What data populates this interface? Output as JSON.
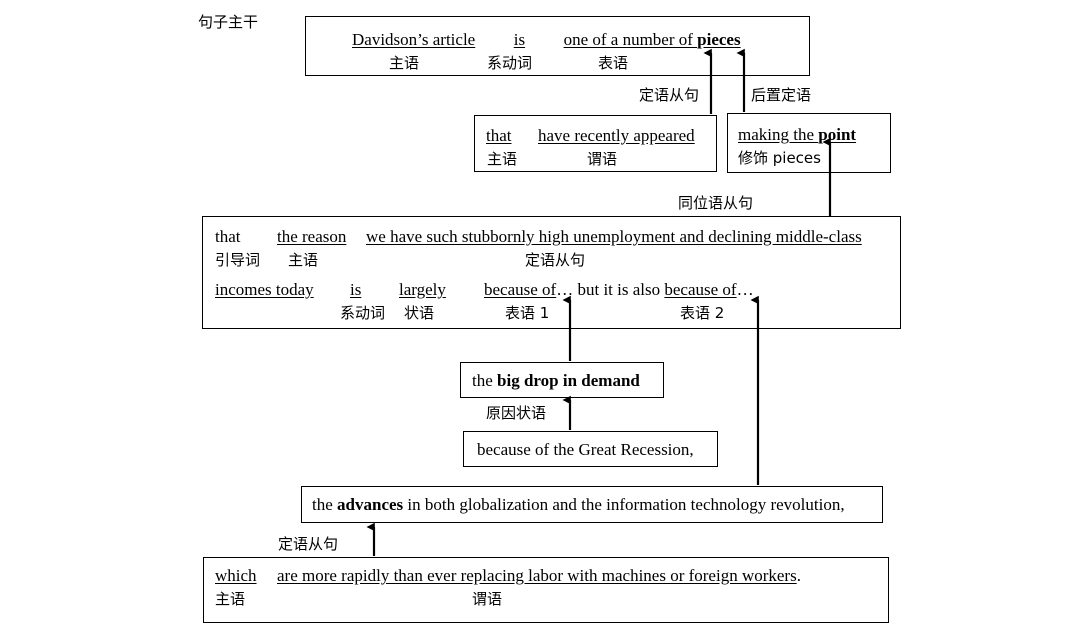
{
  "diagram": {
    "title": "句子主干",
    "connectors": [
      {
        "name": "attributive-clause-to-main",
        "label": "定语从句"
      },
      {
        "name": "postpositive-attributive-to-main",
        "label": "后置定语"
      },
      {
        "name": "appositive-clause-to-point",
        "label": "同位语从句"
      },
      {
        "name": "cause-adverbial-to-drop",
        "label": "原因状语"
      },
      {
        "name": "attributive-clause-to-advances",
        "label": "定语从句"
      }
    ],
    "boxes": {
      "main_clause": {
        "name": "main-clause-box",
        "line1": [
          {
            "text": "Davidson’s article",
            "underline": true,
            "bold": false
          },
          {
            "text": "is",
            "underline": true,
            "bold": false
          },
          {
            "text": "one of a number of ",
            "underline": true,
            "bold": false
          },
          {
            "text": "pieces",
            "underline": true,
            "bold": true
          }
        ],
        "line1_plain": "Davidson’s article   is   one of a number of pieces",
        "roles": [
          "主语",
          "系动词",
          "表语"
        ]
      },
      "that_clause": {
        "name": "that-clause-box",
        "line1_a": "that",
        "line1_b": "have recently appeared",
        "roles": [
          "主语",
          "谓语"
        ]
      },
      "making_point": {
        "name": "making-the-point-box",
        "line1_plain": "making the point",
        "line1_a": "making the ",
        "line1_b": "point",
        "line2": "修饰 pieces"
      },
      "appositive": {
        "name": "appositive-clause-box",
        "row1": {
          "seg1": "that",
          "seg2": "the reason",
          "seg3": "we have such stubbornly high unemployment and declining middle-class"
        },
        "row1_roles": {
          "a": "引导词",
          "b": "主语",
          "c": "定语从句"
        },
        "row2": {
          "seg1": "incomes today",
          "seg2": "is",
          "seg3": "largely",
          "seg4a": "because of",
          "seg4b": "… but it is also ",
          "seg4c": "because of",
          "seg4d": "…"
        },
        "row2_roles": {
          "b": "系动词",
          "c": "状语",
          "d": "表语 1",
          "e": "表语 2"
        }
      },
      "big_drop": {
        "name": "big-drop-box",
        "text_a": "the ",
        "text_b": "big drop in demand",
        "text_plain": "the big drop in demand"
      },
      "recession": {
        "name": "great-recession-box",
        "text": "because of the Great Recession,"
      },
      "advances": {
        "name": "advances-box",
        "text_a": "the ",
        "text_b": "advances",
        "text_c": " in both globalization and the information technology revolution,",
        "text_plain": "the advances in both globalization and the information technology revolution,"
      },
      "which_clause": {
        "name": "which-clause-box",
        "line1_a": "which",
        "line1_b": "are more rapidly than ever replacing labor with machines or foreign workers",
        "line1_tail": ".",
        "roles": [
          "主语",
          "谓语"
        ]
      }
    }
  },
  "colors": {
    "stroke": "#000000",
    "background": "#ffffff",
    "text": "#000000"
  }
}
